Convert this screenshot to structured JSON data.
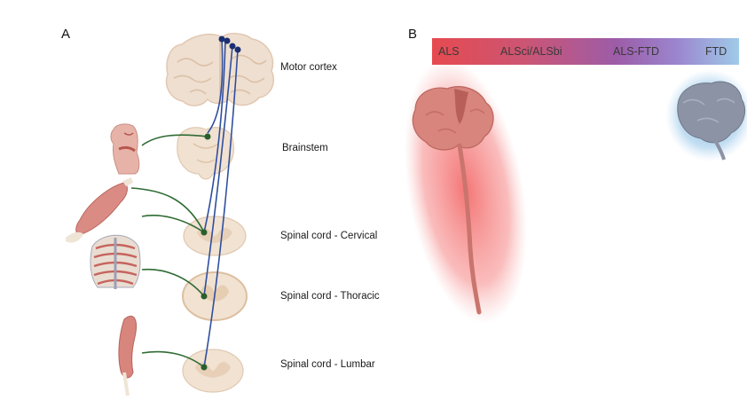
{
  "panel_a": {
    "label": "A",
    "levels": [
      {
        "id": "motor-cortex",
        "label": "Motor cortex"
      },
      {
        "id": "brainstem",
        "label": "Brainstem"
      },
      {
        "id": "cervical",
        "label": "Spinal cord - Cervical"
      },
      {
        "id": "thoracic",
        "label": "Spinal cord - Thoracic"
      },
      {
        "id": "lumbar",
        "label": "Spinal cord - Lumbar"
      }
    ]
  },
  "panel_b": {
    "label": "B",
    "spectrum": {
      "labels": [
        "ALS",
        "ALSci/ALSbi",
        "ALS-FTD",
        "FTD"
      ],
      "colors": [
        "#e2484f",
        "#a04f88",
        "#8a61b8",
        "#8ec6e6"
      ]
    }
  },
  "colors": {
    "upper_motor_neuron": "#2f4f9e",
    "lower_motor_neuron": "#2f6b33",
    "neuron_node": "#1b2f73",
    "brain_tissue": "#efdfcf",
    "spinal_tissue": "#f1e2d2",
    "als_glow": "#f06b6b",
    "ftd_glow": "#5fa3d8"
  }
}
